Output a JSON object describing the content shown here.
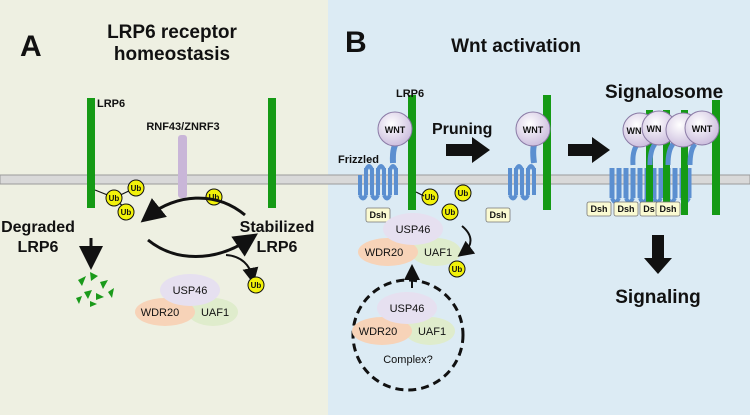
{
  "panel_a": {
    "letter": "A",
    "title_line1": "LRP6 receptor",
    "title_line2": "homeostasis",
    "lrp6_label": "LRP6",
    "rnf_label": "RNF43/ZNRF3",
    "degraded_line1": "Degraded",
    "degraded_line2": "LRP6",
    "stabilized_line1": "Stabilized",
    "stabilized_line2": "LRP6",
    "usp46": "USP46",
    "wdr20": "WDR20",
    "uaf1": "UAF1",
    "ub": "Ub"
  },
  "panel_b": {
    "letter": "B",
    "title": "Wnt activation",
    "lrp6_label": "LRP6",
    "frizzled_label": "Frizzled",
    "wnt": "WNT",
    "wnt_partial": "WN",
    "pruning": "Pruning",
    "signalosome": "Signalosome",
    "signaling": "Signaling",
    "dsh": "Dsh",
    "dsh_partial": "Ds",
    "usp46": "USP46",
    "wdr20": "WDR20",
    "uaf1": "UAF1",
    "complex": "Complex?",
    "ub": "Ub"
  },
  "colors": {
    "panel_a_bg": "#eef0e2",
    "panel_b_bg": "#dcebf4",
    "receptor": "#159a15",
    "rnf": "#c9b6d8",
    "ub": "#f2f20a",
    "usp46": "#e6e0f0",
    "wdr20": "#f7d3b8",
    "uaf1": "#dfeccc",
    "frizzled": "#5b8fd0",
    "wnt": "#d9cde6",
    "dsh": "#fafad2"
  }
}
